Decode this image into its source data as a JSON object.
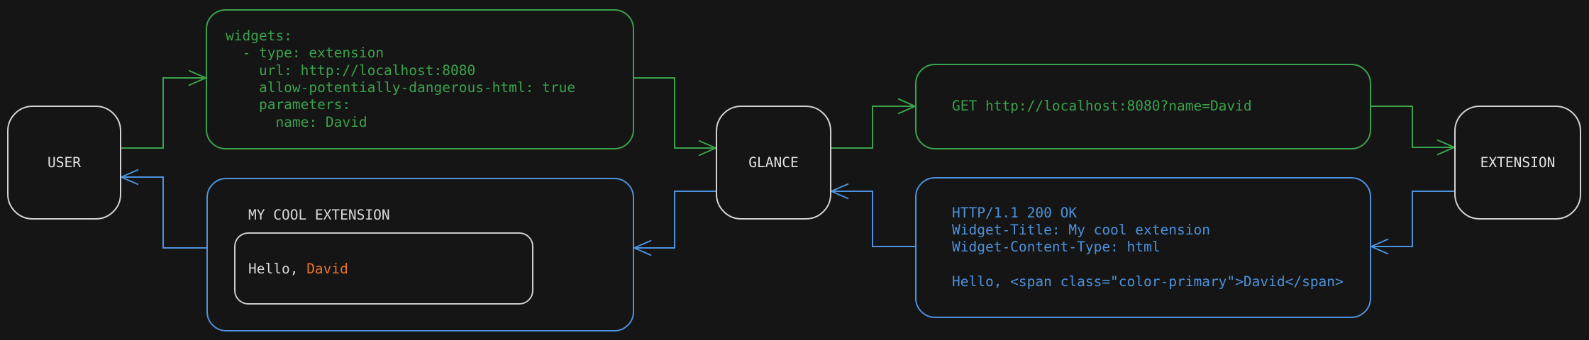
{
  "colors": {
    "background": "#151515",
    "green": "#3ba24d",
    "blue": "#4d92dc",
    "orange": "#e8752c",
    "node_border": "#d2d2d2",
    "node_text": "#e2e2e2",
    "inner_border": "#cbcbcb",
    "title_text": "#d8d8d8"
  },
  "nodes": {
    "user": {
      "label": "USER"
    },
    "glance": {
      "label": "GLANCE"
    },
    "extension": {
      "label": "EXTENSION"
    }
  },
  "config_yaml": {
    "lines": [
      "widgets:",
      "  - type: extension",
      "    url: http://localhost:8080",
      "    allow-potentially-dangerous-html: true",
      "    parameters:",
      "      name: David"
    ]
  },
  "http_request": {
    "text": "GET http://localhost:8080?name=David"
  },
  "http_response": {
    "lines": [
      "HTTP/1.1 200 OK",
      "Widget-Title: My cool extension",
      "Widget-Content-Type: html",
      "",
      "Hello, <span class=\"color-primary\">David</span>"
    ]
  },
  "widget_preview": {
    "title": "MY COOL EXTENSION",
    "greeting_prefix": "Hello, ",
    "greeting_name": "David"
  }
}
